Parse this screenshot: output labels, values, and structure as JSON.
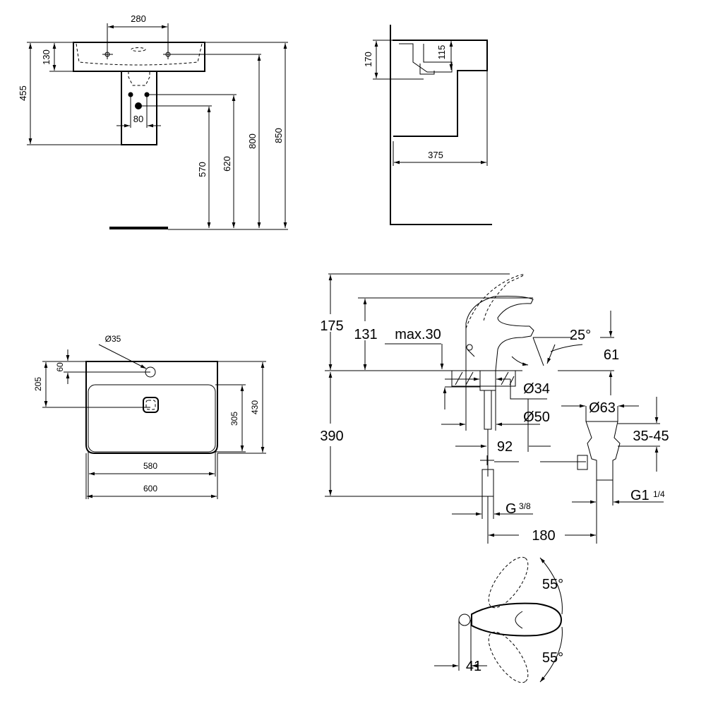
{
  "front_view": {
    "tap_spacing": "280",
    "overflow_height": "130",
    "basin_height": "455",
    "pipe_spacing": "80",
    "waste_height": "570",
    "supply_height": "620",
    "tap_height": "800",
    "rim_height": "850"
  },
  "side_view": {
    "total_depth": "170",
    "bowl_depth": "115",
    "projection": "375"
  },
  "top_view": {
    "tap_hole": "Ø35",
    "tap_hole_offset": "60",
    "drain_offset": "205",
    "inner_depth": "305",
    "outer_depth": "430",
    "inner_width": "580",
    "outer_width": "600"
  },
  "faucet_side": {
    "lever_height": "175",
    "spout_height": "131",
    "max_thickness": "max.30",
    "spout_angle": "25°",
    "spout_clearance": "61",
    "hose_length": "390",
    "base_hole": "Ø34",
    "base_diameter": "Ø50",
    "spout_reach": "92",
    "drain_diameter": "Ø63",
    "drain_range": "35-45",
    "drain_thread": "G1",
    "drain_thread_fraction": "1/4",
    "supply_thread": "G",
    "supply_thread_fraction": "3/8",
    "pop_up_distance": "180"
  },
  "faucet_top": {
    "rotation_left": "55°",
    "rotation_right": "55°",
    "lever_offset": "41"
  }
}
